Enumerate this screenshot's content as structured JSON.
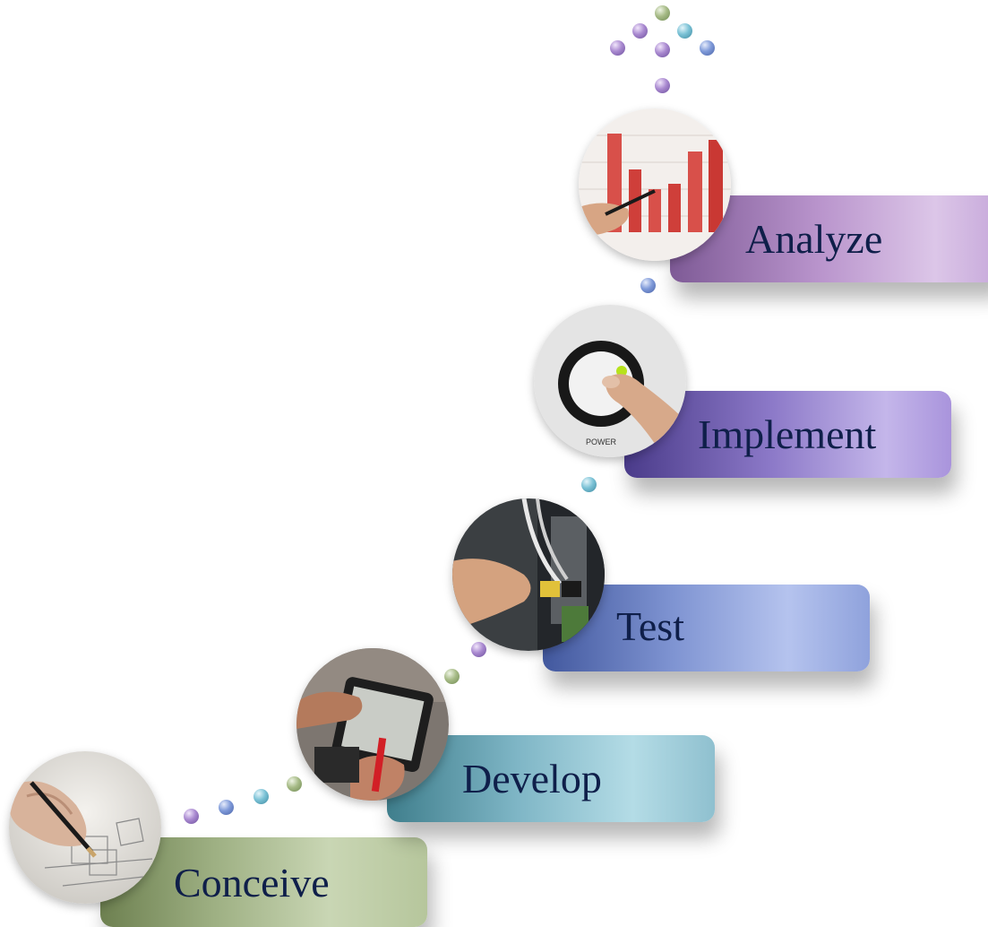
{
  "steps": [
    {
      "label": "Conceive"
    },
    {
      "label": "Develop"
    },
    {
      "label": "Test"
    },
    {
      "label": "Implement"
    },
    {
      "label": "Analyze"
    }
  ],
  "colors": {
    "conceive": "#9eb083",
    "develop": "#7fb6c6",
    "test": "#7f94d2",
    "implement": "#8c79c8",
    "analyze": "#b994cc",
    "label_text": "#0f1f4a"
  },
  "icons": [
    "drawing-sketch-photo",
    "tablet-device-photo",
    "hardware-testing-photo",
    "power-button-photo",
    "bar-chart-analysis-photo"
  ]
}
